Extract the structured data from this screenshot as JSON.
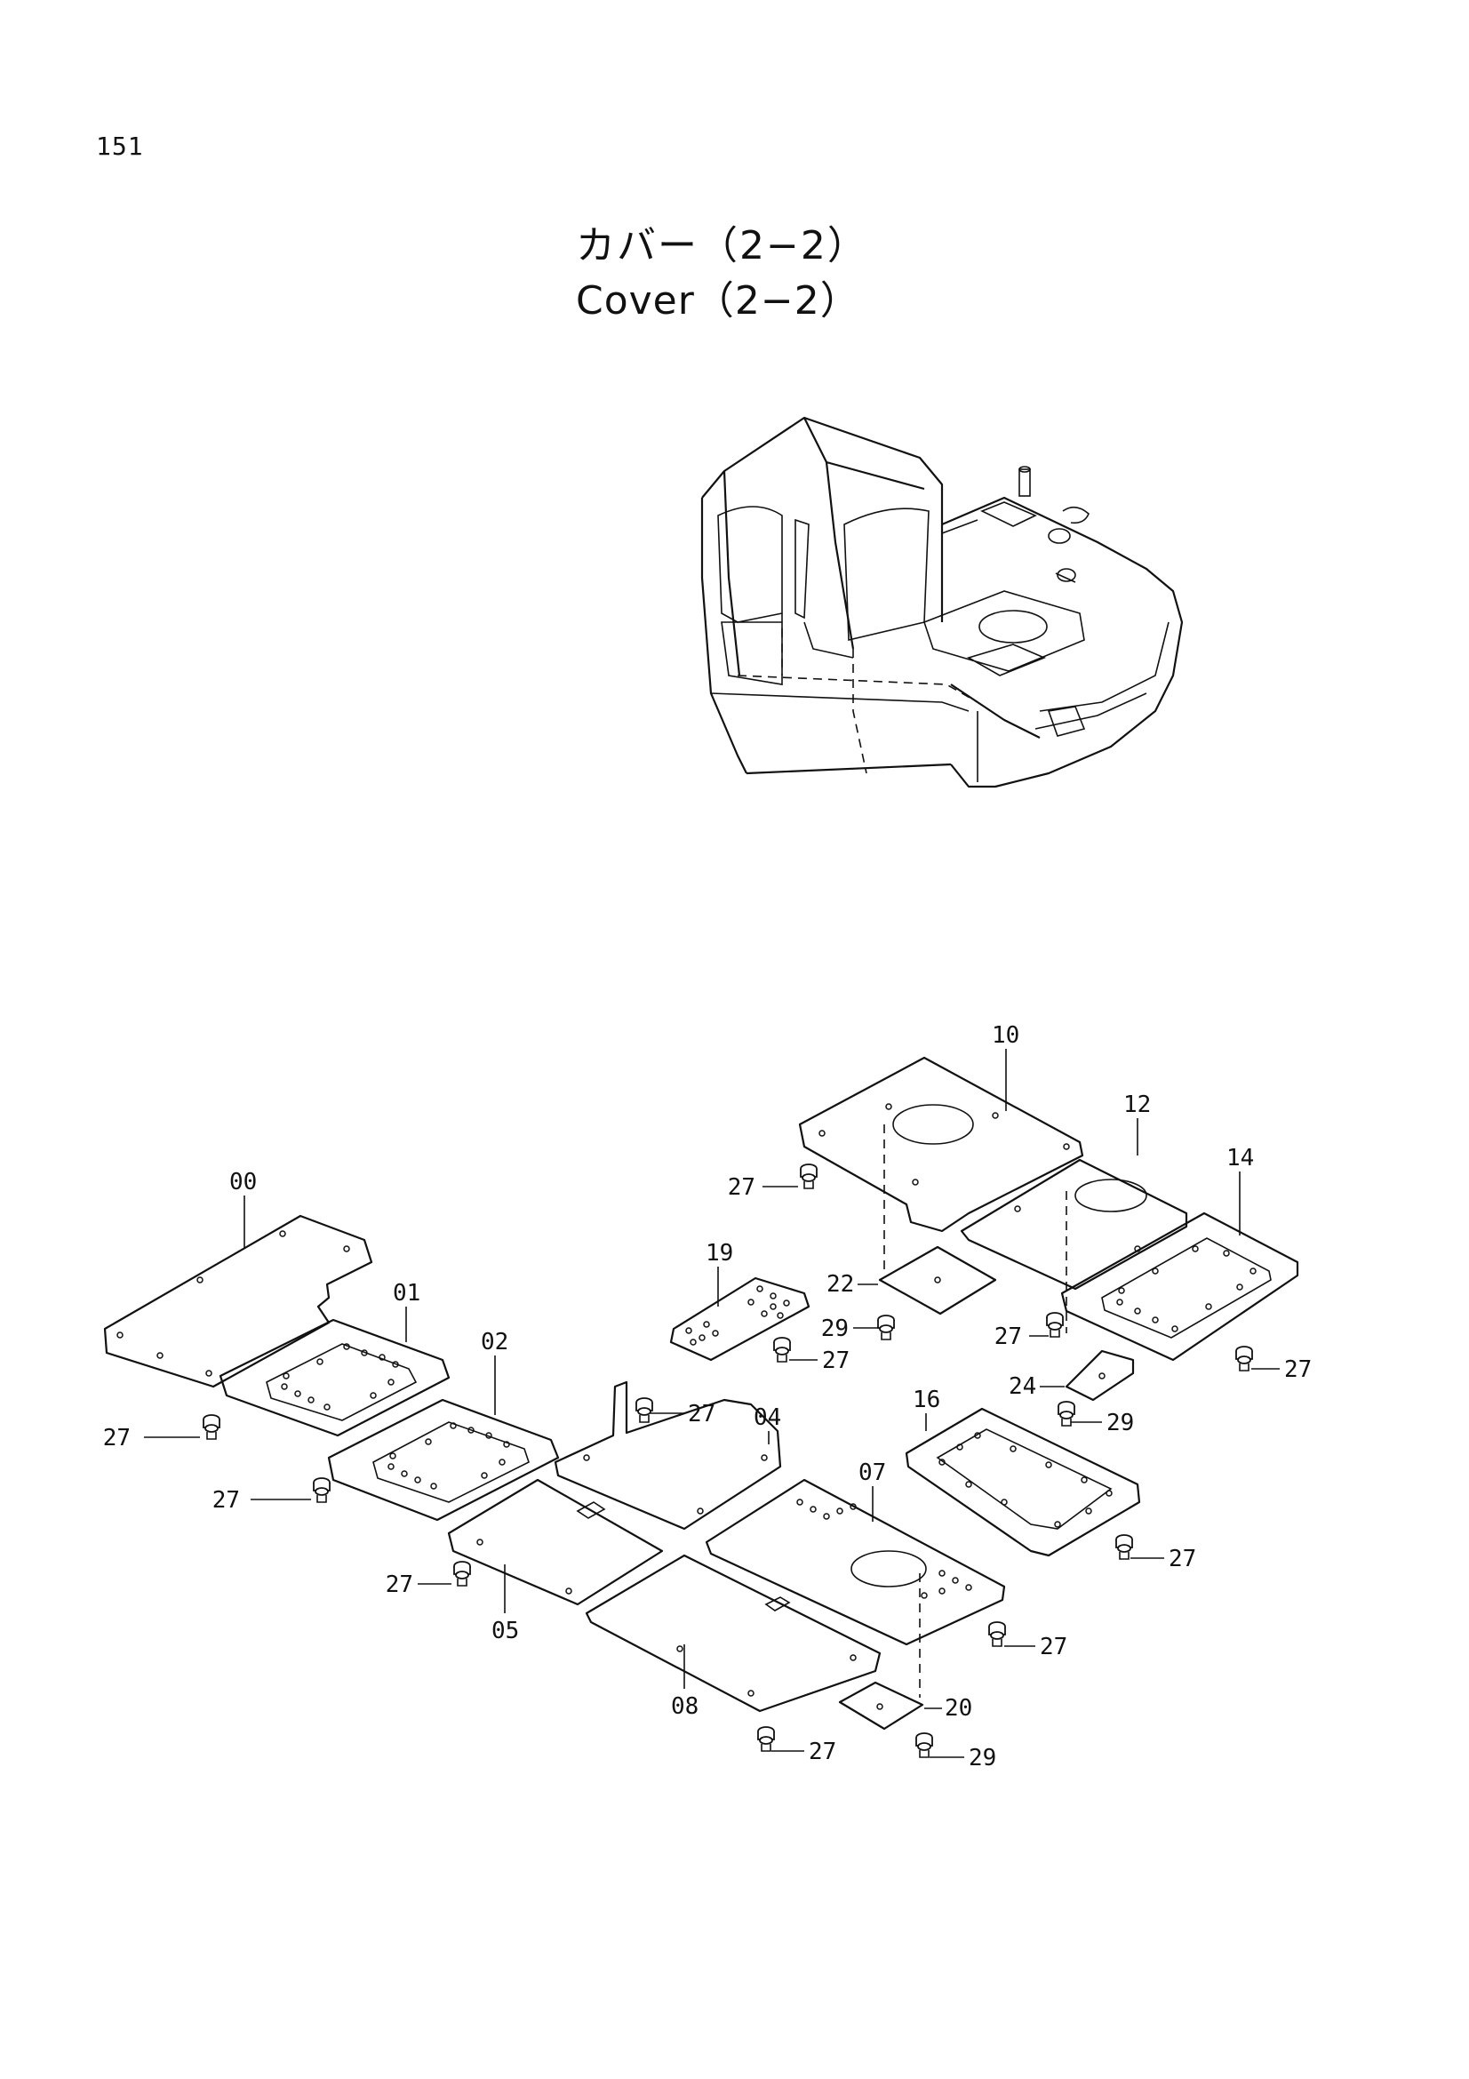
{
  "page": {
    "number": "151"
  },
  "title": {
    "japanese": "カバー（2−2）",
    "english": "Cover（2−2）"
  },
  "callouts": {
    "c00": "00",
    "c01": "01",
    "c02": "02",
    "c04": "04",
    "c05": "05",
    "c07": "07",
    "c08": "08",
    "c10": "10",
    "c12": "12",
    "c14": "14",
    "c16": "16",
    "c19": "19",
    "c20": "20",
    "c22": "22",
    "c24": "24",
    "c27": "27",
    "c29": "29"
  },
  "icons": {
    "bolt": "bolt-icon"
  }
}
